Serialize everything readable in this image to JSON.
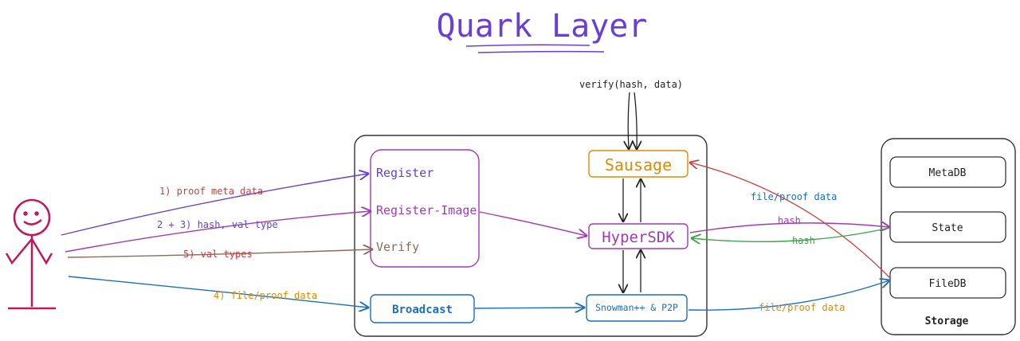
{
  "title": "Quark Layer",
  "colors": {
    "purple": "#6a3fd6",
    "magenta": "#a23ab5",
    "orange": "#e08a00",
    "blue": "#1a6fc0",
    "red": "#d23c3c",
    "green": "#3aa64a",
    "brown": "#8b6b5a",
    "dark": "#222222"
  },
  "left_module": {
    "register": "Register",
    "register_image": "Register-Image",
    "verify": "Verify",
    "broadcast": "Broadcast"
  },
  "right_module": {
    "sausage": "Sausage",
    "hypersdk": "HyperSDK",
    "snowman": "Snowman++ & P2P"
  },
  "storage": {
    "metadb": "MetaDB",
    "state": "State",
    "filedb": "FileDB",
    "label": "Storage"
  },
  "edge_labels": {
    "proof_meta": "1) proof meta data",
    "hash_val_type": "2 + 3) hash, val type",
    "val_types": "5) val types",
    "file_proof_user": "4) file/proof data",
    "verify_call": "verify(hash, data)",
    "file_proof_sausage": "file/proof data",
    "hash_to_state": "hash",
    "hash_from_state": "hash",
    "file_proof_snowman": "file/proof data"
  }
}
